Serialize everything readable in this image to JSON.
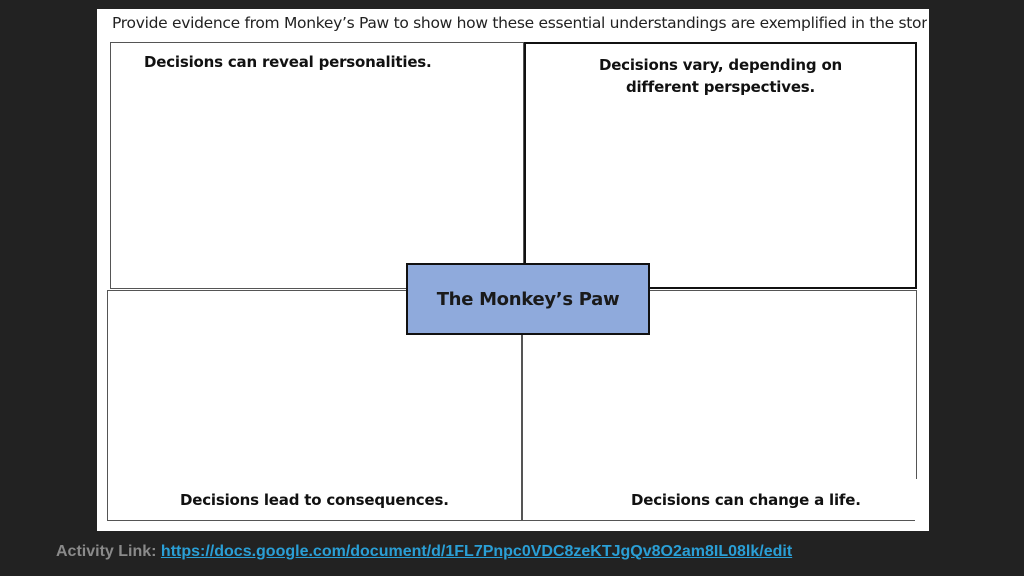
{
  "document": {
    "instruction": "Provide evidence from Monkey’s Paw to show how these essential understandings are exemplified in the story.",
    "center_title": "The Monkey’s Paw",
    "quadrants": {
      "top_left": "Decisions can reveal personalities.",
      "top_right": "Decisions vary, depending on different perspectives.",
      "bottom_left": "Decisions lead to consequences.",
      "bottom_right": "Decisions can change a life."
    }
  },
  "footer": {
    "label": "Activity Link:",
    "link_text": "https://docs.google.com/document/d/1FL7Pnpc0VDC8zeKTJgQv8O2am8IL08lk/edit"
  },
  "colors": {
    "background": "#222222",
    "center_box": "#8faadc",
    "link": "#2a9fd6",
    "footer_label": "#8a8a8a"
  }
}
